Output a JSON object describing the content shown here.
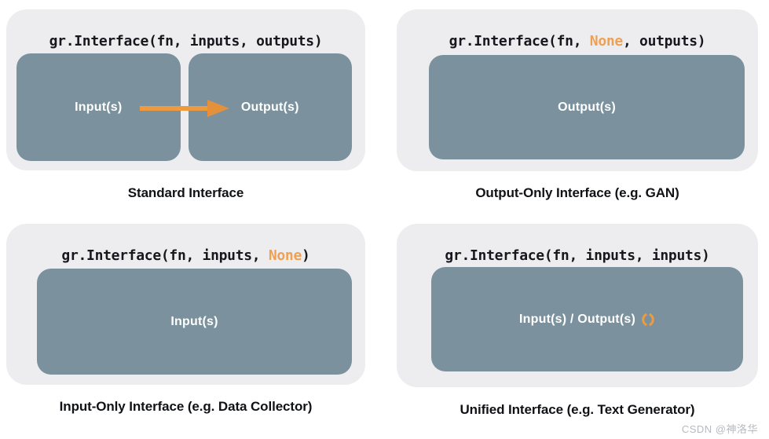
{
  "colors": {
    "card_bg": "#ededef",
    "box_fill": "#7b929e",
    "accent_orange": "#ee9b40",
    "highlight_orange": "#f0a052",
    "code_text": "#17171e",
    "caption_text": "#111216",
    "box_label_text": "#ffffff",
    "watermark_text": "#b6babe"
  },
  "panels": [
    {
      "code": {
        "before": "gr.Interface(fn, inputs, outputs)",
        "highlight": "",
        "after": ""
      },
      "boxes": [
        {
          "label": "Input(s)"
        },
        {
          "label": "Output(s)"
        }
      ],
      "icon": "right-arrow-icon",
      "caption": "Standard Interface"
    },
    {
      "code": {
        "before": "gr.Interface(fn, ",
        "highlight": "None",
        "after": ", outputs)"
      },
      "boxes": [
        {
          "label": "Output(s)"
        }
      ],
      "caption": "Output-Only Interface (e.g. GAN)"
    },
    {
      "code": {
        "before": "gr.Interface(fn, inputs, ",
        "highlight": "None",
        "after": ")"
      },
      "boxes": [
        {
          "label": "Input(s)"
        }
      ],
      "caption": "Input-Only Interface (e.g. Data Collector)"
    },
    {
      "code": {
        "before": "gr.Interface(fn, inputs, inputs)",
        "highlight": "",
        "after": ""
      },
      "boxes": [
        {
          "label": "Input(s) / Output(s)"
        }
      ],
      "icon": "sync-icon",
      "caption": "Unified Interface (e.g. Text Generator)"
    }
  ],
  "watermark": "CSDN @神洛华"
}
